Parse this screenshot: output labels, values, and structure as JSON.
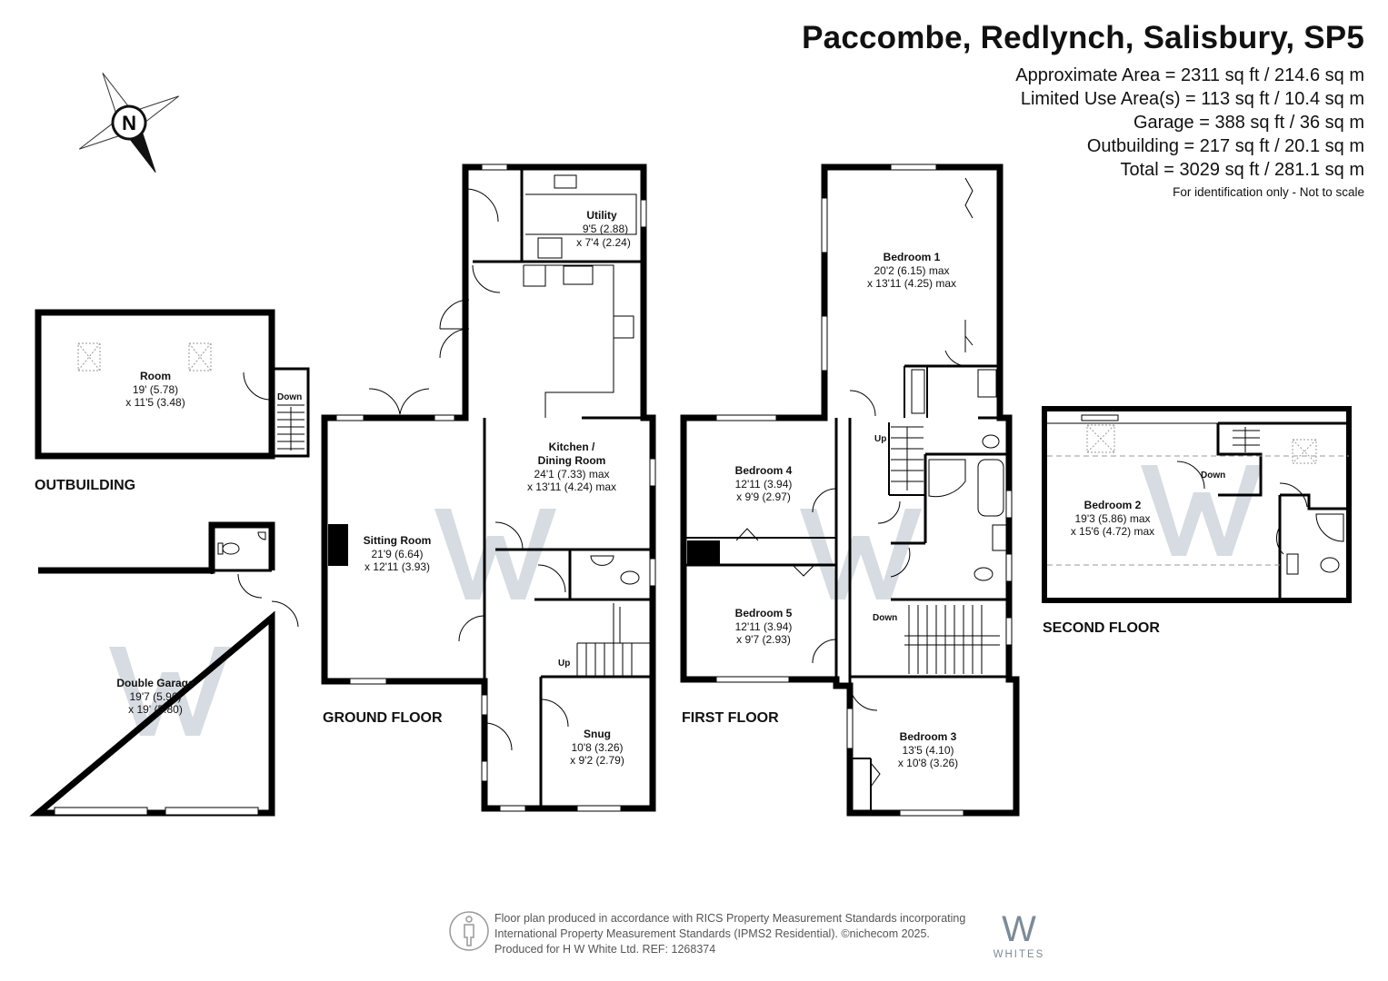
{
  "header": {
    "title": "Paccombe, Redlynch, Salisbury, SP5",
    "areas": [
      "Approximate Area = 2311 sq ft / 214.6 sq m",
      "Limited Use Area(s) = 113 sq ft / 10.4 sq m",
      "Garage = 388 sq ft / 36 sq m",
      "Outbuilding = 217 sq ft / 20.1 sq m",
      "Total = 3029 sq ft / 281.1 sq m"
    ],
    "identification": "For identification only - Not to scale"
  },
  "compass": {
    "label": "N"
  },
  "floors": {
    "outbuilding": "OUTBUILDING",
    "ground": "GROUND FLOOR",
    "first": "FIRST FLOOR",
    "second": "SECOND FLOOR"
  },
  "rooms": {
    "outbuilding_room": {
      "name": "Room",
      "dims1": "19' (5.78)",
      "dims2": "x 11'5 (3.48)"
    },
    "double_garage": {
      "name": "Double Garage",
      "dims1": "19'7 (5.96)",
      "dims2": "x 19' (5.80)"
    },
    "utility": {
      "name": "Utility",
      "dims1": "9'5 (2.88)",
      "dims2": "x 7'4 (2.24)"
    },
    "kitchen": {
      "name1": "Kitchen /",
      "name2": "Dining Room",
      "dims1": "24'1 (7.33) max",
      "dims2": "x 13'11 (4.24) max"
    },
    "sitting_room": {
      "name": "Sitting Room",
      "dims1": "21'9 (6.64)",
      "dims2": "x 12'11 (3.93)"
    },
    "snug": {
      "name": "Snug",
      "dims1": "10'8 (3.26)",
      "dims2": "x 9'2 (2.79)"
    },
    "bedroom1": {
      "name": "Bedroom 1",
      "dims1": "20'2 (6.15) max",
      "dims2": "x 13'11 (4.25) max"
    },
    "bedroom4": {
      "name": "Bedroom 4",
      "dims1": "12'11 (3.94)",
      "dims2": "x 9'9 (2.97)"
    },
    "bedroom5": {
      "name": "Bedroom 5",
      "dims1": "12'11 (3.94)",
      "dims2": "x 9'7 (2.93)"
    },
    "bedroom3": {
      "name": "Bedroom 3",
      "dims1": "13'5 (4.10)",
      "dims2": "x 10'8 (3.26)"
    },
    "bedroom2": {
      "name": "Bedroom 2",
      "dims1": "19'3 (5.86) max",
      "dims2": "x 15'6 (4.72) max"
    }
  },
  "stairs": {
    "up": "Up",
    "down": "Down"
  },
  "footer": {
    "line1": "Floor plan produced in accordance with RICS Property Measurement Standards incorporating",
    "line2": "International Property Measurement Standards (IPMS2 Residential).  ©nichecom 2025.",
    "line3": "Produced for H W White Ltd.   REF:  1268374"
  },
  "brand": {
    "name": "WHITES",
    "mark": "W"
  },
  "colors": {
    "wall": "#000000",
    "watermark": "#cfd6dd",
    "brand": "#7d8b97"
  }
}
